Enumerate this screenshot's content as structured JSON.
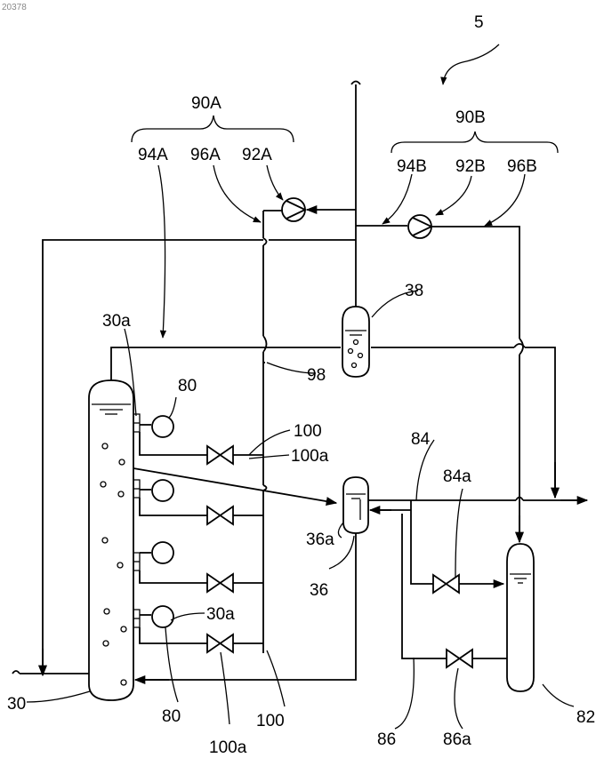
{
  "corner_id": "20378",
  "labels": {
    "system": "5",
    "g90A": "90A",
    "g90B": "90B",
    "l94A": "94A",
    "l96A": "96A",
    "l92A": "92A",
    "l94B": "94B",
    "l92B": "92B",
    "l96B": "96B",
    "l38": "38",
    "l30a_top": "30a",
    "l30a_bot": "30a",
    "l80_top": "80",
    "l80_bot": "80",
    "l98": "98",
    "l100_top": "100",
    "l100a_top": "100a",
    "l84": "84",
    "l84a": "84a",
    "l36a": "36a",
    "l36": "36",
    "l30": "30",
    "l100_bot": "100",
    "l100a_bot": "100a",
    "l86": "86",
    "l86a": "86a",
    "l82": "82"
  }
}
